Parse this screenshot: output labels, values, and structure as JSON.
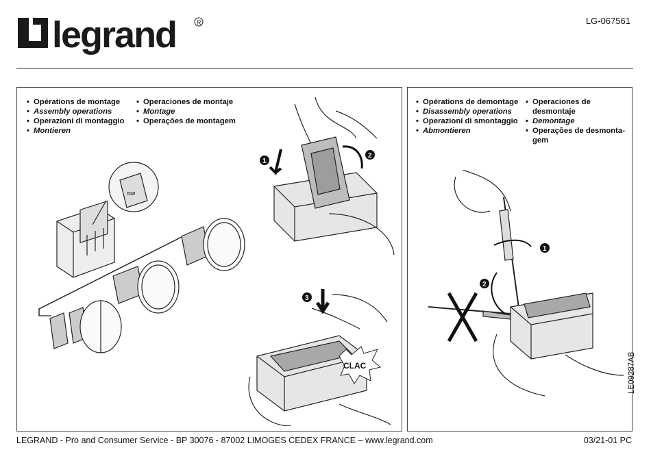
{
  "header": {
    "brand": "legrand",
    "doc_code": "LG-067561"
  },
  "assembly": {
    "col1": [
      "Opérations de montage",
      "Assembly operations",
      "Operazioni di montaggio",
      "Montieren"
    ],
    "col2": [
      "Operaciones de montaje",
      "Montage",
      "Operações de montagem"
    ]
  },
  "disassembly": {
    "col1": [
      "Opérations de demontage",
      "Disassembly operations",
      "Operazioni di smontaggio",
      "Abmontieren"
    ],
    "col2": [
      "Operaciones de desmontaje",
      "Demontage",
      "Operações de desmonta-gem"
    ]
  },
  "illustrations": {
    "step1": "1",
    "step2": "2",
    "step3": "3",
    "top_label": "TOP",
    "clac": "CLAC",
    "d_step1": "1",
    "d_step2": "2"
  },
  "side_code": "LE09287AB",
  "footer": {
    "address": "LEGRAND - Pro and Consumer Service - BP 30076 - 87002 LIMOGES CEDEX FRANCE – www.legrand.com",
    "date": "03/21-01 PC"
  }
}
